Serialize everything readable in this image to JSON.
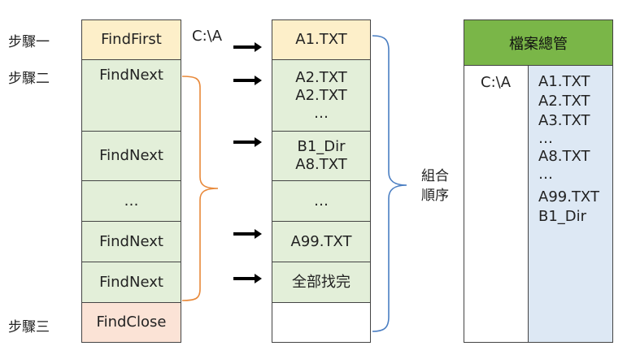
{
  "steps": [
    "步驟一",
    "步驟二",
    "步驟三"
  ],
  "api_column": {
    "cells": [
      "FindFirst",
      "FindNext",
      "FindNext",
      "…",
      "FindNext",
      "FindNext",
      "FindClose"
    ]
  },
  "path_label": "C:\\A",
  "result_column": {
    "cells": [
      [
        "A1.TXT"
      ],
      [
        "A2.TXT",
        "A2.TXT",
        "…"
      ],
      [
        "B1_Dir",
        "A8.TXT"
      ],
      [
        "…"
      ],
      [
        "A99.TXT"
      ],
      [
        "全部找完"
      ],
      []
    ]
  },
  "order_label": [
    "組合",
    "順序"
  ],
  "manager": {
    "header": "檔案總管",
    "folder": "C:\\A",
    "files": [
      "A1.TXT",
      "A2.TXT",
      "A3.TXT",
      "…",
      "A8.TXT",
      "…",
      "A99.TXT",
      "B1_Dir"
    ]
  },
  "colors": {
    "brace_orange": "#e8893a",
    "brace_blue": "#4a7ec2",
    "header_green": "#7ab648",
    "file_list_blue": "#dde8f4"
  }
}
